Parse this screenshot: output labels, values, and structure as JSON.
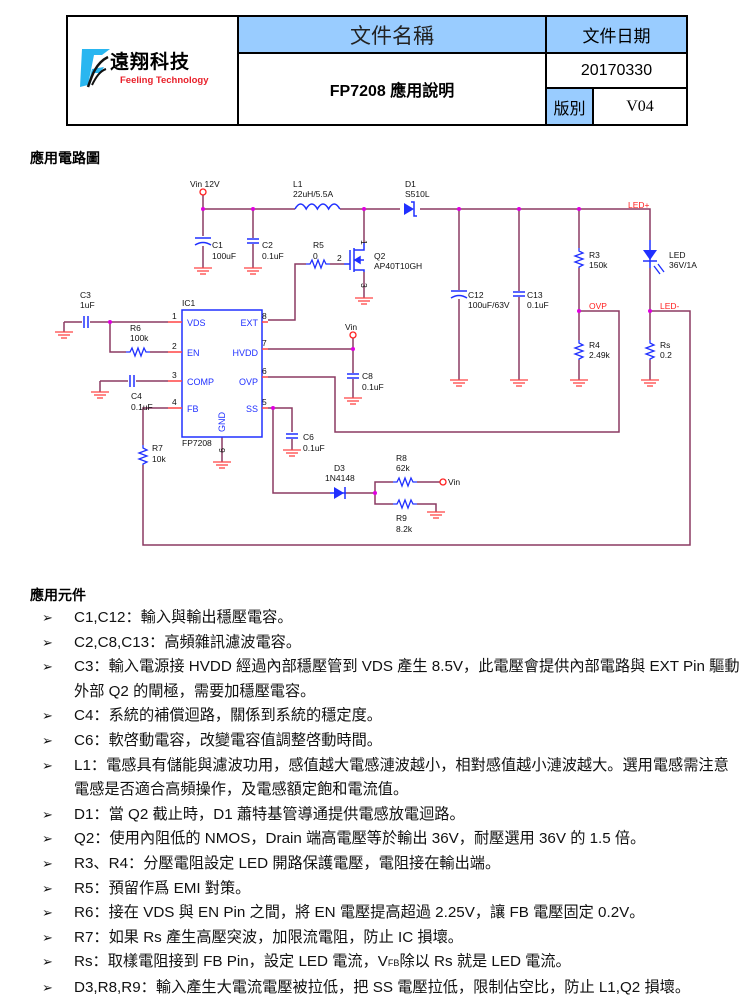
{
  "header": {
    "company_cn": "遠翔科技",
    "company_en": "Feeling Technology",
    "doc_name_label": "文件名稱",
    "doc_name": "FP7208 應用說明",
    "doc_date_label": "文件日期",
    "doc_date": "20170330",
    "version_label": "版別",
    "version": "V04",
    "colors": {
      "header_fill": "#99ccff",
      "logo_red": "#e8202a",
      "logo_cyan": "#29b6f0"
    }
  },
  "circuit_section": {
    "title": "應用電路圖",
    "colors": {
      "wire": "#8b3a62",
      "pin": "#ff4444",
      "component": "#2030ff",
      "node": "#e000e0",
      "label": "#ff2020"
    },
    "labels": {
      "vin_main": "Vin 12V",
      "l1_ref": "L1",
      "l1_val": "22uH/5.5A",
      "d1_ref": "D1",
      "d1_val": "S510L",
      "c1_ref": "C1",
      "c1_val": "100uF",
      "c2_ref": "C2",
      "c2_val": "0.1uF",
      "r5_ref": "R5",
      "r5_val": "0",
      "q2_ref": "Q2",
      "q2_val": "AP40T10GH",
      "q2_pin1": "1",
      "q2_pin2": "2",
      "q2_pin3": "3",
      "c12_ref": "C12",
      "c12_val": "100uF/63V",
      "c13_ref": "C13",
      "c13_val": "0.1uF",
      "r3_ref": "R3",
      "r3_val": "150k",
      "led_ref": "LED",
      "led_val": "36V/1A",
      "led_plus": "LED+",
      "led_minus": "LED-",
      "ovp_net": "OVP",
      "r4_ref": "R4",
      "r4_val": "2.49k",
      "rs_ref": "Rs",
      "rs_val": "0.2",
      "c3_ref": "C3",
      "c3_val": "1uF",
      "ic_ref": "IC1",
      "ic_part": "FP7208",
      "r6_ref": "R6",
      "r6_val": "100k",
      "c4_ref": "C4",
      "c4_val": "0.1uF",
      "r7_ref": "R7",
      "r7_val": "10k",
      "vin_hvdd": "Vin",
      "c8_ref": "C8",
      "c8_val": "0.1uF",
      "c6_ref": "C6",
      "c6_val": "0.1uF",
      "d3_ref": "D3",
      "d3_val": "1N4148",
      "r8_ref": "R8",
      "r8_val": "62k",
      "r9_ref": "R9",
      "r9_val": "8.2k",
      "vin_r8": "Vin"
    },
    "ic_pins": [
      {
        "num": "1",
        "name": "VDS"
      },
      {
        "num": "2",
        "name": "EN"
      },
      {
        "num": "3",
        "name": "COMP"
      },
      {
        "num": "4",
        "name": "FB"
      },
      {
        "num": "5",
        "name": "SS"
      },
      {
        "num": "6",
        "name": "OVP"
      },
      {
        "num": "7",
        "name": "HVDD"
      },
      {
        "num": "8",
        "name": "EXT"
      },
      {
        "num": "9",
        "name": "GND"
      }
    ]
  },
  "components_section": {
    "title": "應用元件",
    "items": [
      {
        "text": "C1,C12：輸入與輸出穩壓電容。"
      },
      {
        "text": "C2,C8,C13：高頻雜訊濾波電容。"
      },
      {
        "text": "C3：輸入電源接 HVDD 經過內部穩壓管到 VDS 產生 8.5V，此電壓會提供內部電路與 EXT Pin 驅動外部 Q2 的閘極，需要加穩壓電容。"
      },
      {
        "text": "C4：系統的補償迴路，關係到系統的穩定度。"
      },
      {
        "text": "C6：軟啓動電容，改變電容值調整啓動時間。"
      },
      {
        "text": "L1：電感具有儲能與濾波功用，感值越大電感漣波越小，相對感值越小漣波越大。選用電感需注意電感是否適合高頻操作，及電感額定飽和電流值。"
      },
      {
        "text": "D1：當 Q2 截止時，D1 蕭特基管導通提供電感放電迴路。"
      },
      {
        "text": "Q2：使用內阻低的 NMOS，Drain 端高電壓等於輸出 36V，耐壓選用 36V 的 1.5 倍。"
      },
      {
        "text": "R3、R4：分壓電阻設定 LED 開路保護電壓，電阻接在輸出端。"
      },
      {
        "text": "R5：預留作爲 EMI 對策。"
      },
      {
        "text": "R6：接在 VDS 與 EN Pin 之間，將 EN 電壓提高超過 2.25V，讓 FB 電壓固定 0.2V。"
      },
      {
        "text": "R7：如果 Rs 產生高壓突波，加限流電阻，防止 IC 損壞。"
      },
      {
        "text_pre": "Rs：取樣電阻接到 FB Pin，設定 LED 電流，V",
        "text_sub": "FB",
        "text_post": "除以 Rs 就是 LED 電流。"
      },
      {
        "text": "D3,R8,R9：輸入產生大電流電壓被拉低，把 SS 電壓拉低，限制佔空比，防止 L1,Q2 損壞。"
      }
    ],
    "bullet_icon": "arrow-bullet-icon"
  }
}
